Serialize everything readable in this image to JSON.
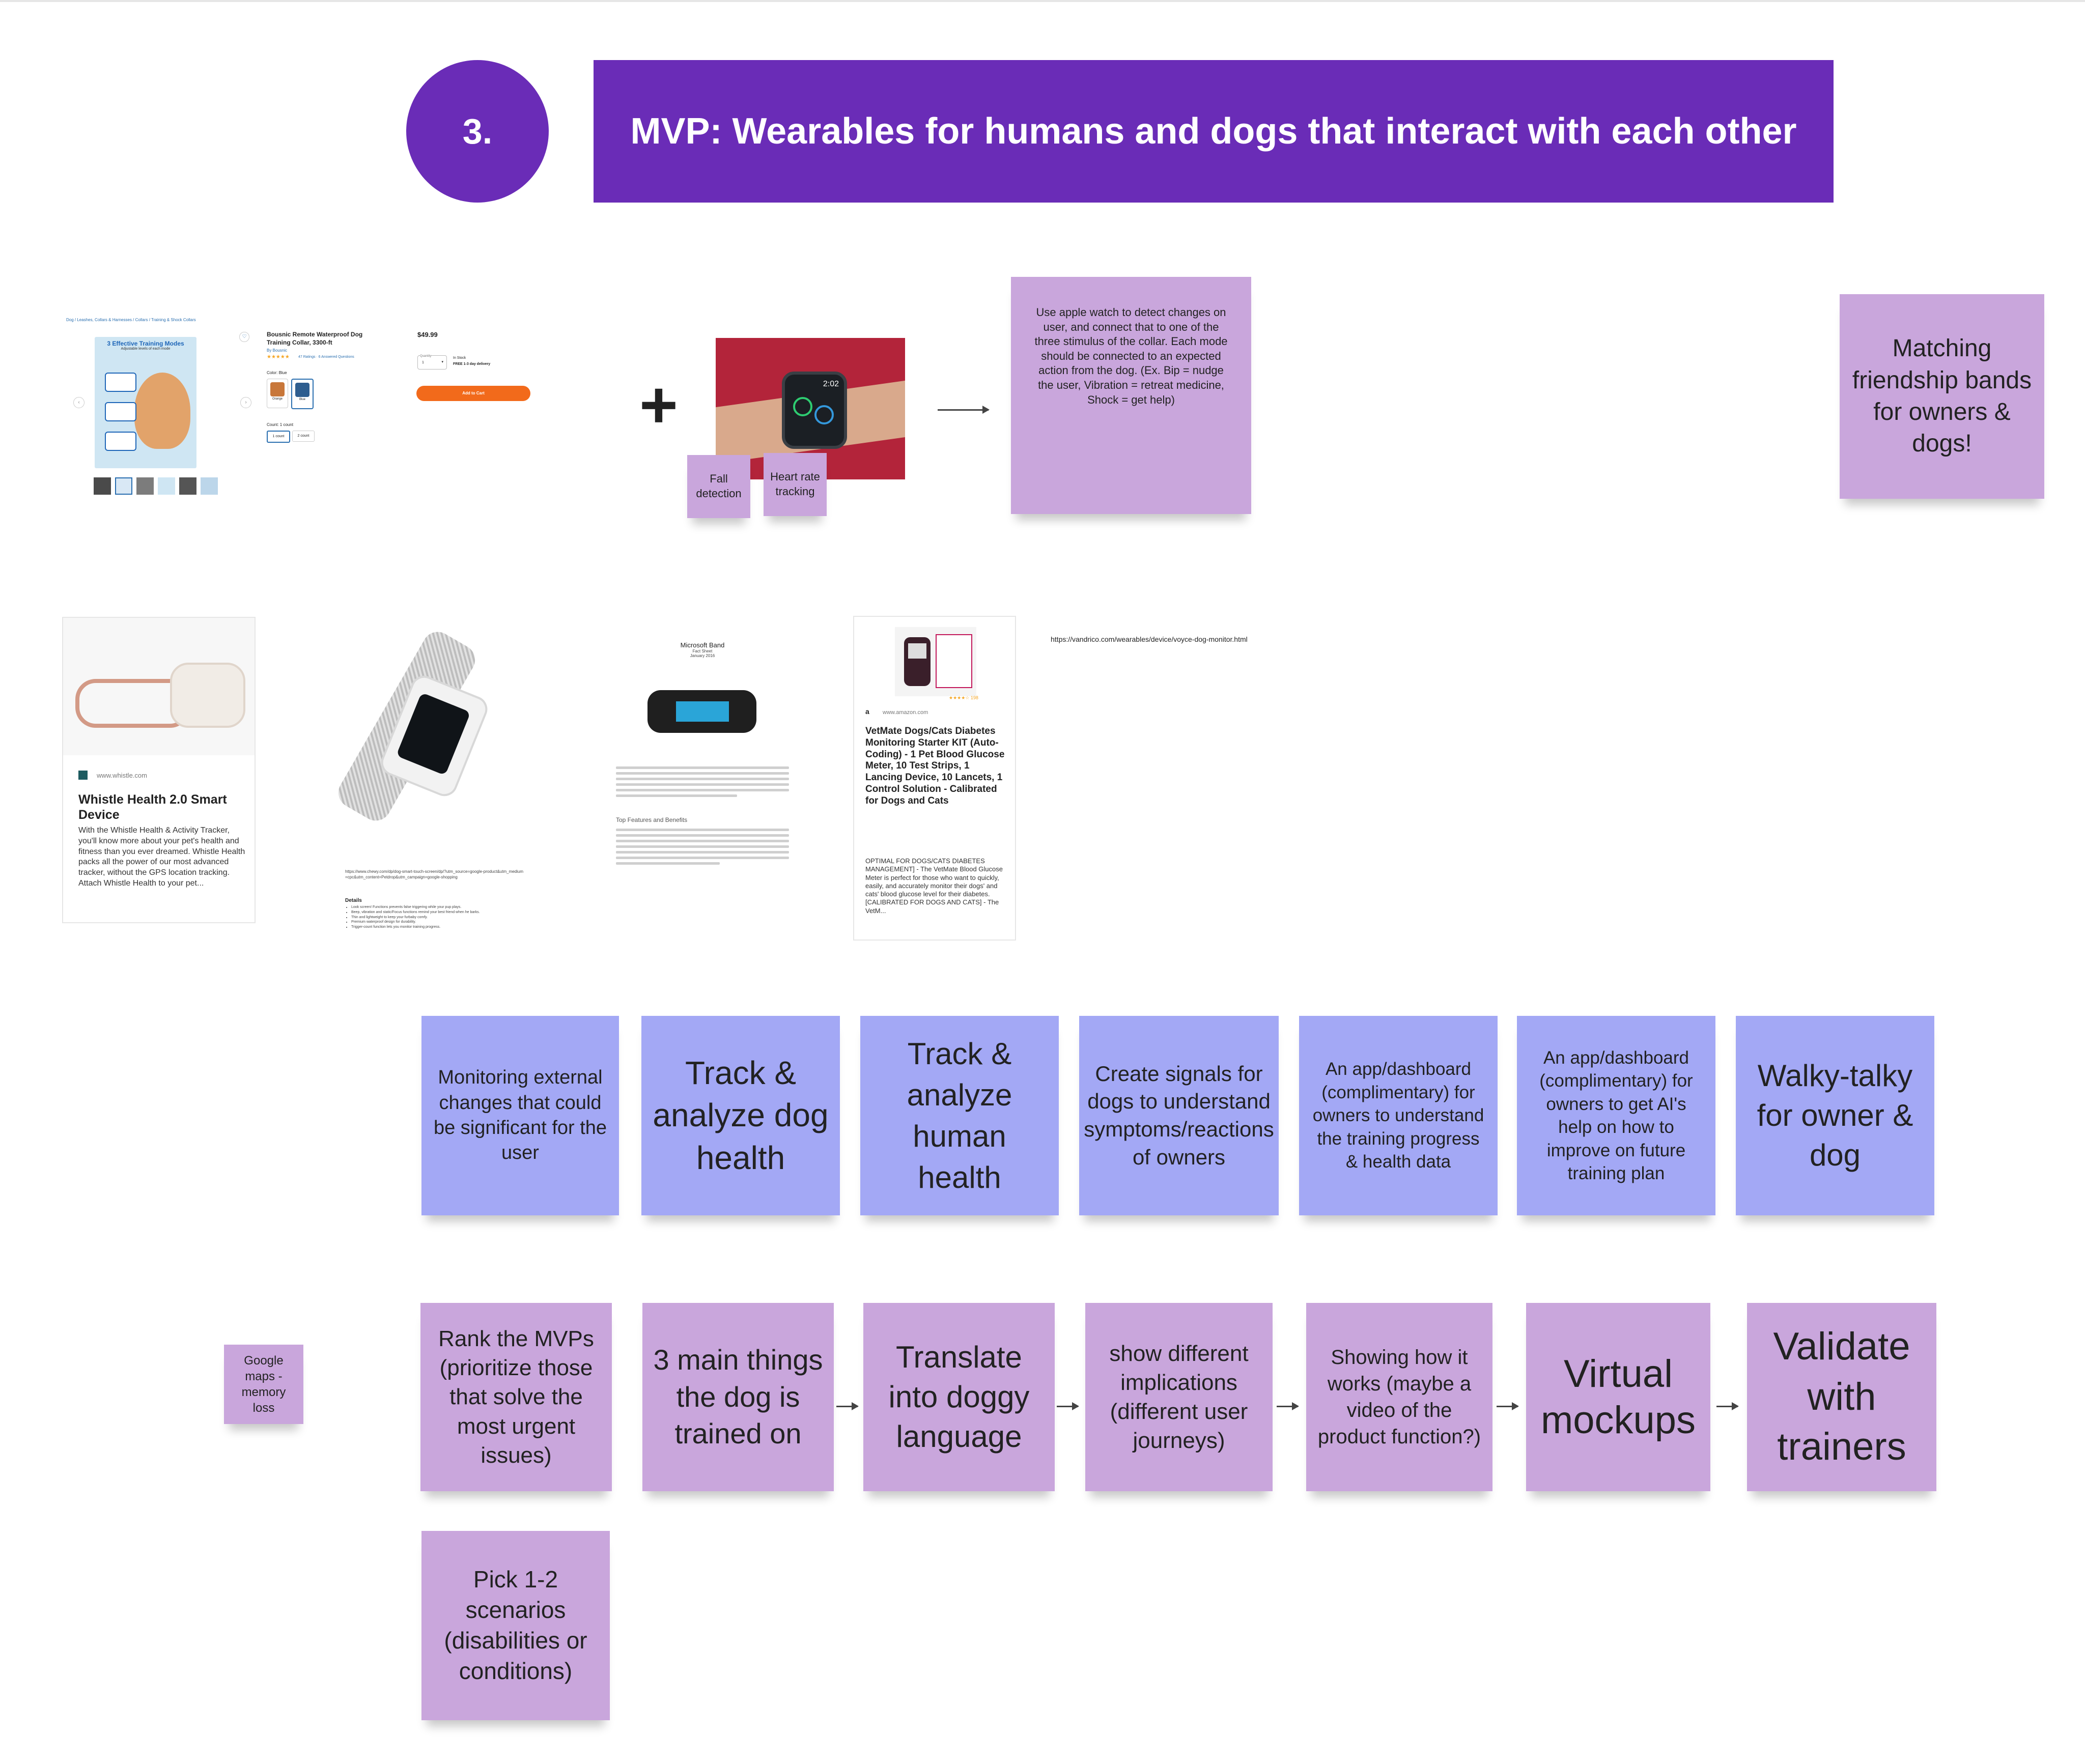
{
  "header": {
    "number": "3.",
    "title": "MVP: Wearables for humans and dogs that interact with each other"
  },
  "collar_product": {
    "breadcrumb": "Dog  /  Leashes, Collars & Harnesses  /  Collars  /  Training & Shock Collars",
    "image_caption": "3 Effective Training Modes",
    "image_subcaption": "Adjustable levels of each mode",
    "title": "Bousnic Remote Waterproof Dog Training Collar, 3300-ft",
    "brand": "By Bousnic",
    "rating": "★★★★★",
    "ratings_text": "47 Ratings · 6 Answered Questions",
    "color_label": "Color: Blue",
    "color_options": [
      "Orange",
      "Blue"
    ],
    "count_label": "Count: 1 count",
    "count_options": [
      "1 count",
      "2 count"
    ],
    "price": "$49.99",
    "qty_label": "Quantity",
    "qty_value": "1",
    "stock": "In Stock",
    "delivery": "FREE 1-3 day delivery",
    "cart_button": "Add to Cart"
  },
  "plus": "+",
  "watch_time": "2:02",
  "small_notes": {
    "fall": "Fall detection",
    "heart": "Heart rate tracking",
    "google": "Google maps - memory loss"
  },
  "apple_note": "Use apple watch to detect changes on user, and connect that to one of the three stimulus of the collar. Each mode should be connected to an expected action from the dog. (Ex. Bip = nudge the user, Vibration = retreat medicine, Shock = get help)",
  "friendship_note": "Matching friendship bands for owners & dogs!",
  "whistle_card": {
    "source": "www.whistle.com",
    "title": "Whistle Health 2.0 Smart Device",
    "desc": "With the Whistle Health & Activity Tracker, you'll know more about your pet's health and fitness than you ever dreamed. Whistle Health packs all the power of our most advanced tracker, without the GPS location tracking. Attach Whistle Health to your pet..."
  },
  "collar_watch": {
    "url": "https://www.chewy.com/dp/dog-smart-touch-screen/dp/?utm_source=google-product&utm_medium=cpc&utm_content=Petdrop&utm_campaign=google-shopping",
    "details_title": "Details",
    "details": [
      "Look screen! Functions prevents false triggering while your pup plays.",
      "Beep, vibration and static/Focus functions remind your best friend when he barks.",
      "Thin and lightweight to keep your furbaby comfy.",
      "Premium waterproof design for durability.",
      "Trigger-count function lets you monitor training progress."
    ]
  },
  "band_sheet": {
    "title": "Microsoft Band",
    "subtitle": "Fact Sheet",
    "date": "January 2016",
    "section": "Top Features and Benefits"
  },
  "vetmate_card": {
    "source": "www.amazon.com",
    "rating": "★★★★☆ 198",
    "title": "VetMate Dogs/Cats Diabetes Monitoring Starter KIT (Auto-Coding) - 1 Pet Blood Glucose Meter, 10 Test Strips, 1 Lancing Device, 10 Lancets, 1 Control Solution - Calibrated for Dogs and Cats",
    "desc": "OPTIMAL FOR DOGS/CATS DIABETES MANAGEMENT] - The VetMate Blood Glucose Meter is perfect for those who want to quickly, easily, and accurately monitor their dogs' and cats' blood glucose level for their diabetes. [CALIBRATED FOR DOGS AND CATS] - The VetM..."
  },
  "url_text": "https://vandrico.com/wearables/device/voyce-dog-monitor.html",
  "blue_notes": [
    "Monitoring external changes that could be significant for the user",
    "Track & analyze dog health",
    "Track & analyze human health",
    "Create signals for dogs to understand symptoms/reactions of owners",
    "An app/dashboard (complimentary) for owners to understand the training progress & health data",
    "An app/dashboard (complimentary) for owners to get AI's help on how to improve on future training plan",
    "Walky-talky for owner & dog"
  ],
  "flow_notes": [
    "Rank the MVPs (prioritize those that solve the most urgent issues)",
    "3 main things the dog is trained on",
    "Translate into doggy language",
    "show different implications (different user journeys)",
    "Showing how it works (maybe a video of the product function?)",
    "Virtual mockups",
    "Validate with trainers"
  ],
  "pick_note": "Pick 1-2 scenarios (disabilities or conditions)",
  "colors": {
    "banner": "#6a2cb7",
    "sticky_purple": "#c9a6dc",
    "sticky_blue": "#a3a8f5",
    "cart_button": "#f26a1b"
  }
}
